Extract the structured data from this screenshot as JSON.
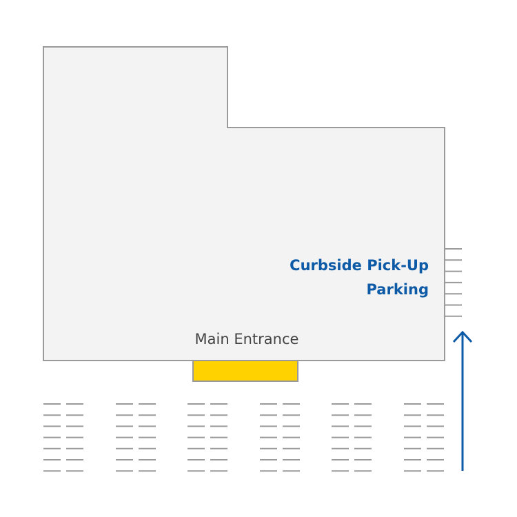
{
  "map": {
    "entrance_label": "Main Entrance",
    "curbside_label_line1": "Curbside Pick-Up",
    "curbside_label_line2": "Parking"
  },
  "colors": {
    "building_fill": "#f3f3f3",
    "building_outline": "#9a9a9a",
    "entrance_fill": "#ffd200",
    "curbside_text": "#0d5aa7",
    "route_arrow": "#0d5aa7",
    "parking_lines": "#9a9a9a"
  },
  "icons": {
    "route": "arrow-up-icon"
  }
}
